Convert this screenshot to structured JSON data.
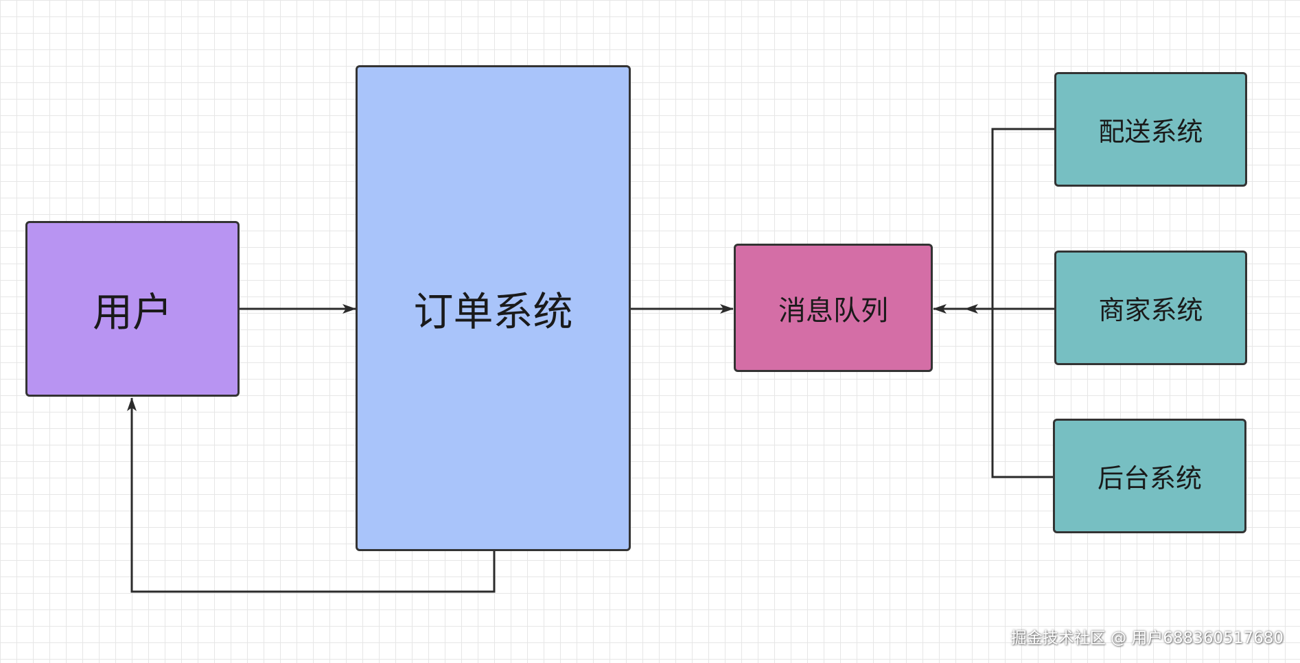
{
  "nodes": {
    "user": {
      "label": "用户",
      "fill": "#b894f2"
    },
    "order_system": {
      "label": "订单系统",
      "fill": "#a9c4fa"
    },
    "message_queue": {
      "label": "消息队列",
      "fill": "#d46ea6"
    },
    "delivery_system": {
      "label": "配送系统",
      "fill": "#77bfc2"
    },
    "merchant_system": {
      "label": "商家系统",
      "fill": "#77bfc2"
    },
    "backend_system": {
      "label": "后台系统",
      "fill": "#77bfc2"
    }
  },
  "edges": [
    {
      "from": "user",
      "to": "order_system"
    },
    {
      "from": "order_system",
      "to": "message_queue"
    },
    {
      "from": "order_system",
      "to": "user"
    },
    {
      "from": "delivery_system",
      "to": "message_queue"
    },
    {
      "from": "merchant_system",
      "to": "message_queue"
    },
    {
      "from": "backend_system",
      "to": "message_queue"
    }
  ],
  "colors": {
    "line": "#2b2b2b",
    "grid": "#e6e6e6",
    "border": "#333333"
  },
  "watermark": "掘金技术社区 @ 用户688360517680"
}
